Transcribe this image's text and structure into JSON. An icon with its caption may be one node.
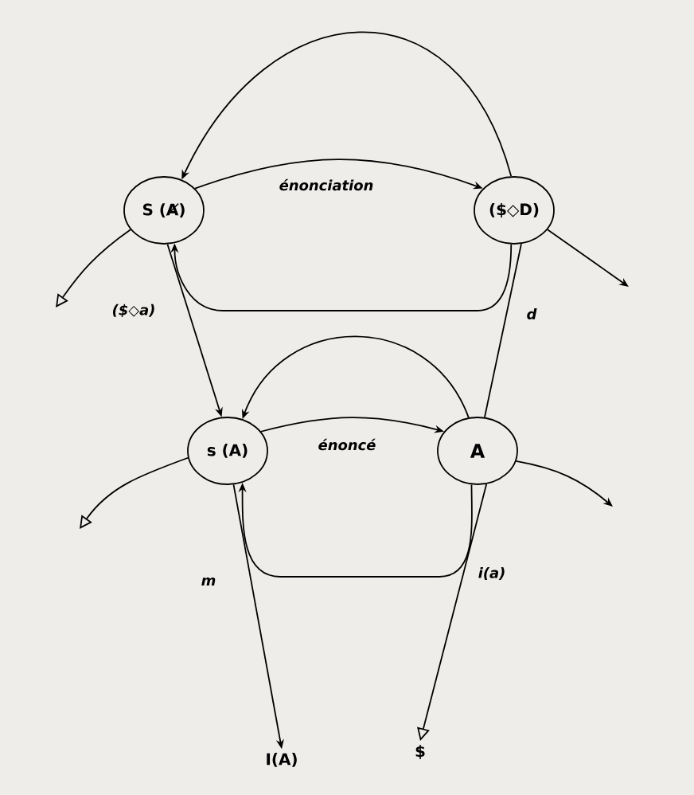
{
  "diagram": {
    "nodes": [
      {
        "text": [
          "S (Ⱥ)"
        ]
      },
      {
        "text": [
          "($◇D)"
        ]
      },
      {
        "text": [
          "s (A)"
        ]
      },
      {
        "text": [
          "A"
        ]
      },
      {
        "text": [
          "I(A)"
        ]
      },
      {
        "text": [
          "$"
        ]
      }
    ],
    "edges": [
      {
        "from": 0,
        "to": null,
        "arrow": "to"
      },
      {
        "from": 0,
        "to": 1,
        "arrow": "to",
        "label": "énonciation"
      },
      {
        "from": 1,
        "to": null,
        "arrow": "to"
      },
      {
        "from": 2,
        "to": null,
        "arrow": "to"
      },
      {
        "from": 2,
        "to": 3,
        "arrow": "to",
        "label": "énoncé"
      },
      {
        "from": 3,
        "to": null,
        "arrow": "to"
      },
      {
        "from": 3,
        "to": 5,
        "arrow": "to"
      },
      {
        "from": 3,
        "to": 1,
        "arrow": "none"
      },
      {
        "from": 1,
        "to": 0,
        "arrow": "to"
      },
      {
        "from": 1,
        "to": 0,
        "arrow": "to"
      },
      {
        "from": 0,
        "to": 2,
        "arrow": "to"
      },
      {
        "from": 3,
        "to": 2,
        "arrow": "to"
      },
      {
        "from": 3,
        "to": 2,
        "arrow": "to"
      },
      {
        "from": 2,
        "to": 4,
        "arrow": "to"
      }
    ],
    "labels": [
      "($◇a)",
      "d",
      "m",
      "i(a)"
    ]
  }
}
